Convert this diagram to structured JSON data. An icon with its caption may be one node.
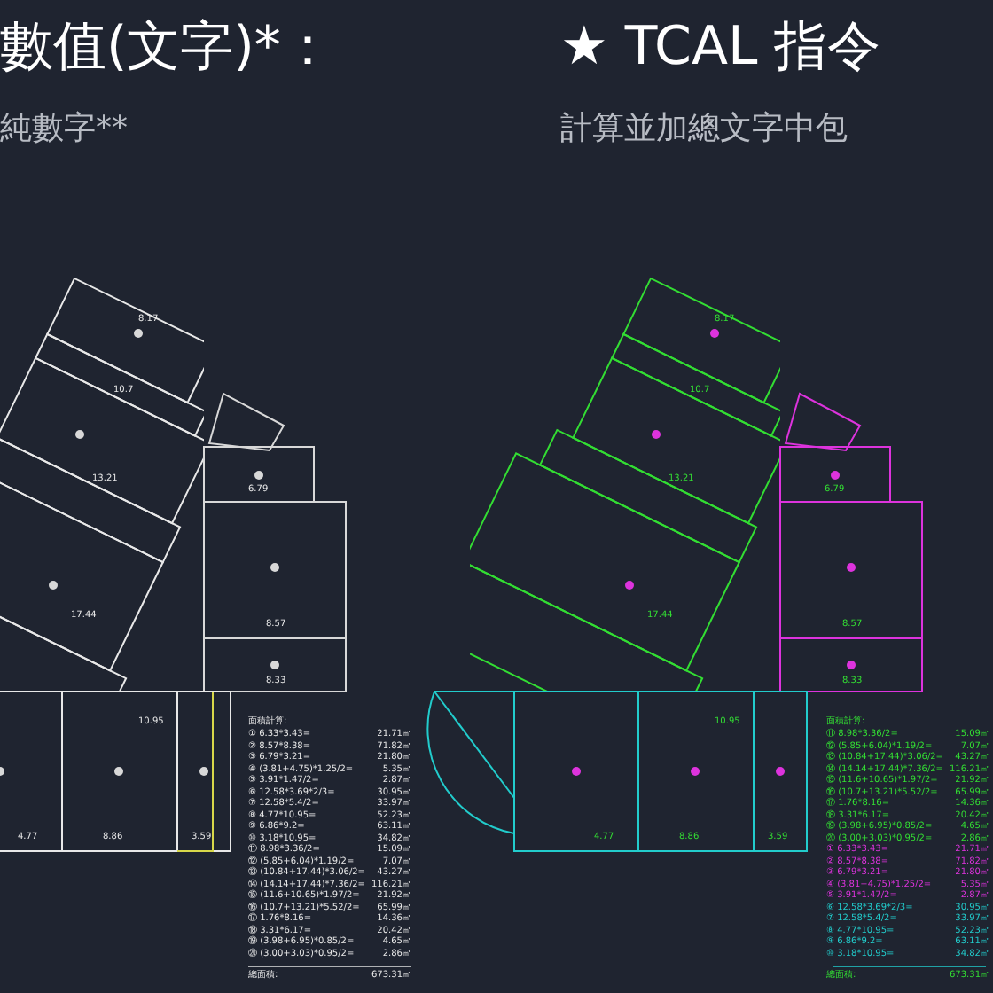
{
  "diagram": {
    "labels": [
      "數值(文字)*：",
      "純數字**",
      "★ TCAL 指令",
      "計算並加總文字中包",
      "8.17",
      "10.7",
      "13.21",
      "17.44",
      "6.79",
      "8.57",
      "8.33",
      "4.77",
      "8.86",
      "3.59",
      "10.95",
      "面積計算:",
      "① 6.33*3.43=",
      "21.71㎡",
      "② 8.57*8.38=",
      "71.82㎡",
      "③ 6.79*3.21=",
      "21.80㎡",
      "④ (3.81+4.75)*1.25/2=",
      "5.35㎡",
      "⑤ 3.91*1.47/2=",
      "2.87㎡",
      "⑥ 12.58*3.69*2/3=",
      "30.95㎡",
      "⑦ 12.58*5.4/2=",
      "33.97㎡",
      "⑧ 4.77*10.95=",
      "52.23㎡",
      "⑨ 6.86*9.2=",
      "63.11㎡",
      "⑩ 3.18*10.95=",
      "34.82㎡",
      "⑪ 8.98*3.36/2=",
      "15.09㎡",
      "⑫ (5.85+6.04)*1.19/2=",
      "7.07㎡",
      "⑬ (10.84+17.44)*3.06/2=",
      "43.27㎡",
      "⑭ (14.14+17.44)*7.36/2=",
      "116.21㎡",
      "⑮ (11.6+10.65)*1.97/2=",
      "21.92㎡",
      "⑯ (10.7+13.21)*5.52/2=",
      "65.99㎡",
      "⑰ 1.76*8.16=",
      "14.36㎡",
      "⑱ 3.31*6.17=",
      "20.42㎡",
      "⑲ (3.98+6.95)*0.85/2=",
      "4.65㎡",
      "⑳ (3.00+3.03)*0.95/2=",
      "2.86㎡",
      "總面積:",
      "673.31㎡",
      "8.17",
      "10.7",
      "13.21",
      "17.44",
      "6.79",
      "8.57",
      "8.33",
      "4.77",
      "8.86",
      "3.59",
      "10.95",
      "面積計算:",
      "⑪ 8.98*3.36/2=",
      "15.09㎡",
      "⑫ (5.85+6.04)*1.19/2=",
      "7.07㎡",
      "⑬ (10.84+17.44)*3.06/2=",
      "43.27㎡",
      "⑭ (14.14+17.44)*7.36/2=",
      "116.21㎡",
      "⑮ (11.6+10.65)*1.97/2=",
      "21.92㎡",
      "⑯ (10.7+13.21)*5.52/2=",
      "65.99㎡",
      "⑰ 1.76*8.16=",
      "14.36㎡",
      "⑱ 3.31*6.17=",
      "20.42㎡",
      "⑲ (3.98+6.95)*0.85/2=",
      "4.65㎡",
      "⑳ (3.00+3.03)*0.95/2=",
      "2.86㎡",
      "① 6.33*3.43=",
      "21.71㎡",
      "② 8.57*8.38=",
      "71.82㎡",
      "③ 6.79*3.21=",
      "21.80㎡",
      "④ (3.81+4.75)*1.25/2=",
      "5.35㎡",
      "⑤ 3.91*1.47/2=",
      "2.87㎡",
      "⑥ 12.58*3.69*2/3=",
      "30.95㎡",
      "⑦ 12.58*5.4/2=",
      "33.97㎡",
      "⑧ 4.77*10.95=",
      "52.23㎡",
      "⑨ 6.86*9.2=",
      "63.11㎡",
      "⑩ 3.18*10.95=",
      "34.82㎡",
      "總面積:",
      "673.31㎡"
    ]
  }
}
